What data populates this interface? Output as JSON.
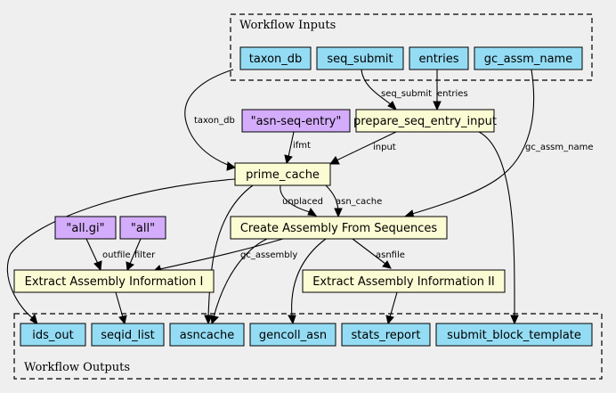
{
  "clusters": {
    "inputs": "Workflow Inputs",
    "outputs": "Workflow Outputs"
  },
  "colors": {
    "input_output": "#94dcf4",
    "step": "#fcfcd4",
    "literal": "#d4acfc"
  },
  "nodes": {
    "taxon_db": "taxon_db",
    "seq_submit": "seq_submit",
    "entries": "entries",
    "gc_assm_name": "gc_assm_name",
    "asn_seq_entry": "\"asn-seq-entry\"",
    "prepare_seq_entry_input": "prepare_seq_entry_input",
    "prime_cache": "prime_cache",
    "all_gi": "\"all.gi\"",
    "all": "\"all\"",
    "create_assembly": "Create Assembly From Sequences",
    "extract_info_1": "Extract Assembly Information I",
    "extract_info_2": "Extract Assembly Information II",
    "ids_out": "ids_out",
    "seqid_list": "seqid_list",
    "asncache": "asncache",
    "gencoll_asn": "gencoll_asn",
    "stats_report": "stats_report",
    "submit_block_template": "submit_block_template"
  },
  "edge_labels": {
    "seq_submit": "seq_submit",
    "entries": "entries",
    "taxon_db": "taxon_db",
    "ifmt": "ifmt",
    "input": "input",
    "gc_assm_name": "gc_assm_name",
    "unplaced": "unplaced",
    "asn_cache": "asn_cache",
    "outfile": "outfile",
    "filter": "filter",
    "gc_assembly": "gc_assembly",
    "asnfile": "asnfile"
  }
}
